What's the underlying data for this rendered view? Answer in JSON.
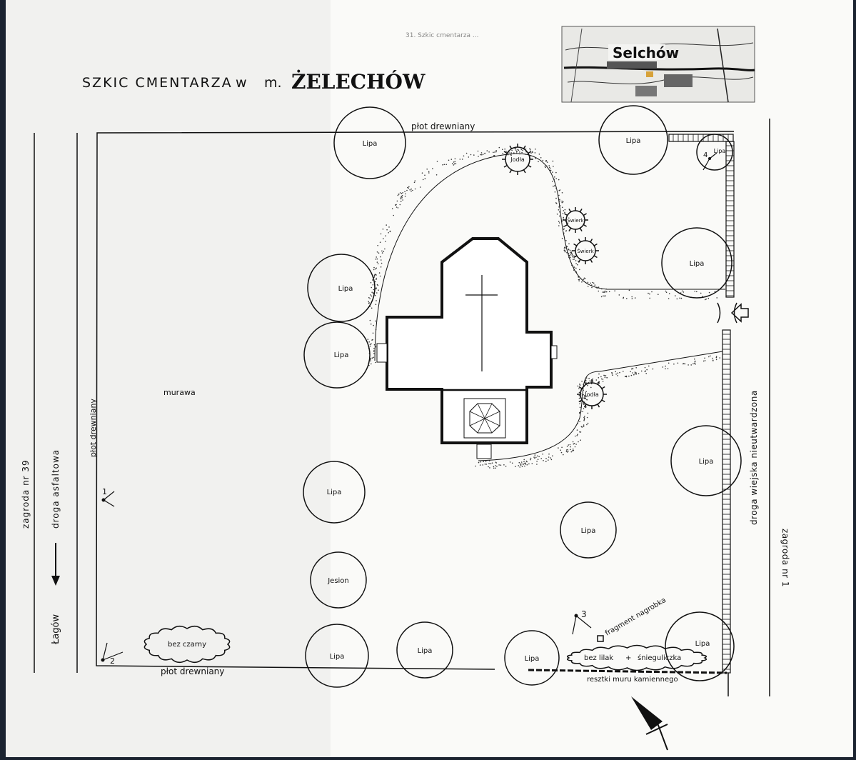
{
  "title": {
    "prefix": "SZKIC CMENTARZA",
    "w": "w",
    "m": "m.",
    "place": "ŻELECHÓW"
  },
  "map_inset": {
    "place": "Selchów",
    "caption": "31. Szkic cmentarza ..."
  },
  "labels": {
    "fence_top": "płot drewniany",
    "fence_bottom": "płot drewniany",
    "fence_left": "płot drewniany",
    "lawn": "murawa",
    "farm_39": "zagroda nr 39",
    "road_asphalt": "droga asfaltowa",
    "town": "Łagów",
    "village_road": "droga wiejska nieutwardzona",
    "farm_1": "zagroda nr 1",
    "fragment": "fragment nagrobka",
    "wall_remains": "resztki muru kamiennego",
    "bush_black": "bez czarny",
    "bush_lilac": "bez lilak",
    "plus": "+",
    "snowberry": "śnieguliczka"
  },
  "trees": {
    "lipa": "Lipa",
    "jodla": "Jodła",
    "swierk": "Świerk",
    "jesion": "Jesion"
  },
  "viewpoints": [
    "1",
    "2",
    "3",
    "4"
  ],
  "colors": {
    "paper": "#f3f3f1",
    "paper_right": "#fbfbfa",
    "ink": "#111111"
  }
}
